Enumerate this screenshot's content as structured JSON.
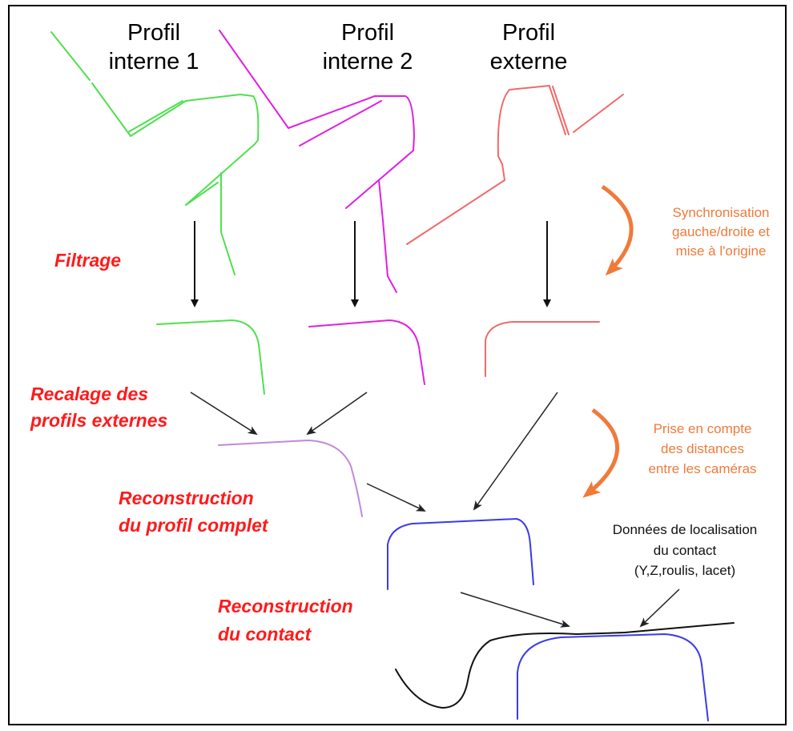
{
  "headers": {
    "profil_interne_1": {
      "line1": "Profil",
      "line2": "interne 1"
    },
    "profil_interne_2": {
      "line1": "Profil",
      "line2": "interne 2"
    },
    "profil_externe": {
      "line1": "Profil",
      "line2": "externe"
    }
  },
  "steps": {
    "filtrage": "Filtrage",
    "recalage": {
      "line1": "Recalage des",
      "line2": "profils externes"
    },
    "reconstruction_profil": {
      "line1": "Reconstruction",
      "line2": "du profil complet"
    },
    "reconstruction_contact": {
      "line1": "Reconstruction",
      "line2": "du contact"
    }
  },
  "notes": {
    "synchronisation": {
      "line1": "Synchronisation",
      "line2": "gauche/droite et",
      "line3": "mise à l'origine"
    },
    "prise_en_compte": {
      "line1": "Prise en compte",
      "line2": "des distances",
      "line3": "entre les caméras"
    },
    "donnees": {
      "line1": "Données de localisation",
      "line2": "du contact",
      "line3": "(Y,Z,roulis, lacet)"
    }
  },
  "colors": {
    "green": "#4ee04e",
    "magenta": "#e020e0",
    "salmon": "#f06a6a",
    "lavender": "#c08ad6",
    "blue": "#3a3ae8",
    "black": "#111111",
    "step_red": "#ff1a1a",
    "note_orange": "#f07a3a"
  }
}
